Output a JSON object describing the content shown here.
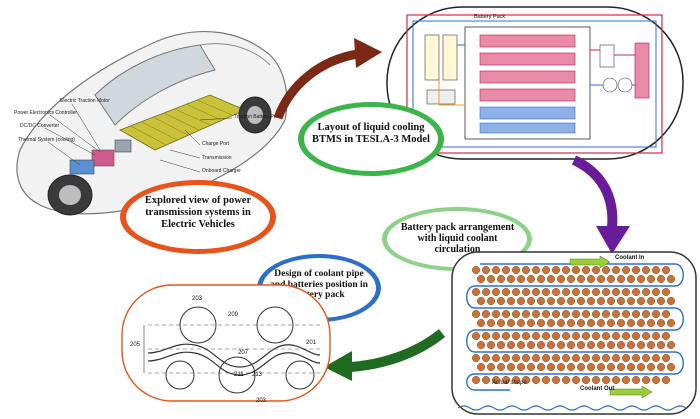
{
  "car_panel": {
    "labels": {
      "motor": "Electric Traction Motor",
      "power_electronics": "Power Electronics Controller",
      "dcdc": "DC/DC Converter",
      "thermal": "Thermal System (cooling)",
      "battery": "Traction Battery Pack",
      "charge_port": "Charge Port",
      "transmission": "Transmission",
      "onboard_charger": "Onboard Charger"
    }
  },
  "bubbles": {
    "explored_view": "Explored view of power transmission systems in Electric Vehicles",
    "tesla_layout": "Layout of liquid cooling BTMS in TESLA-3 Model",
    "pack_arrangement": "Battery pack arrangement with liquid coolant circulation",
    "pipe_design": "Design of coolant pipe and batteries position in battery pack"
  },
  "tesla_panel": {
    "battery_pack_label": "Battery Pack"
  },
  "pack_panel": {
    "coolant_in": "Coolant In",
    "coolant_out": "Coolant Out",
    "actual_shape": "Actual shape"
  },
  "pipe_panel": {
    "refs": [
      "203",
      "209",
      "205",
      "207",
      "211",
      "213",
      "201",
      "203"
    ]
  },
  "colors": {
    "bubble_orange": "#e8531c",
    "bubble_green": "#3bb54a",
    "bubble_green_light": "#8fd18a",
    "bubble_blue": "#2b6fc9",
    "arrow_brown": "#7a2a14",
    "arrow_purple": "#6a1b9a",
    "arrow_green": "#1f6b1f",
    "pipe_blue": "#2f6fd0",
    "cell_orange": "#c8723a"
  }
}
